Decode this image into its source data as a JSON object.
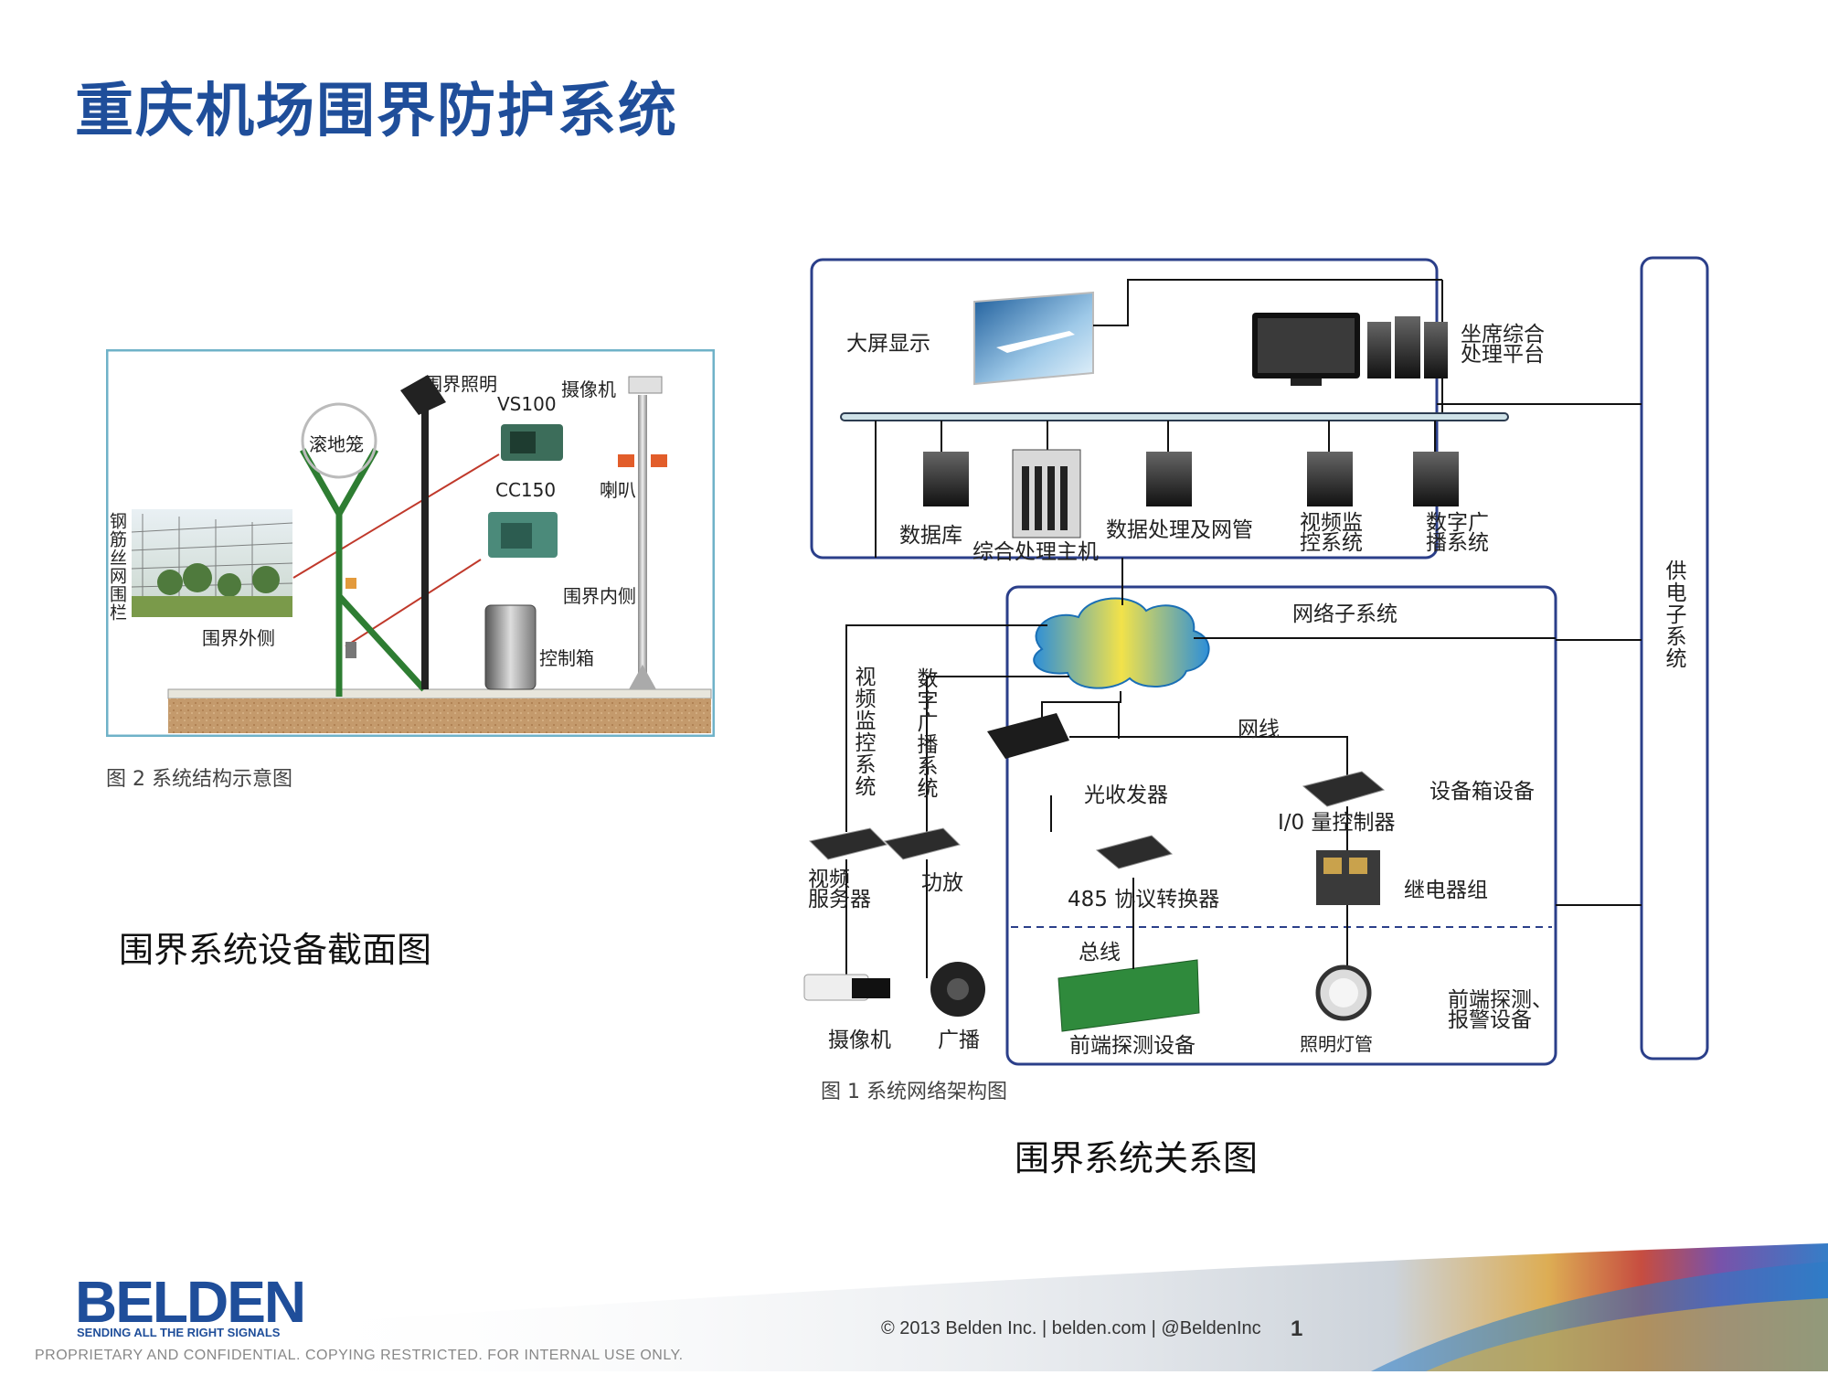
{
  "title": "重庆机场围界防护系统",
  "left": {
    "fig_caption": "图 2  系统结构示意图",
    "section_caption": "围界系统设备截面图",
    "labels": {
      "fence_outside_mesh": "钢筋丝网围栏",
      "rolling_cage": "滚地笼",
      "perimeter_lighting": "围界照明",
      "vs100": "VS100",
      "camera": "摄像机",
      "cc150": "CC150",
      "horn": "喇叭",
      "inside": "围界内侧",
      "outside": "围界外侧",
      "control_box": "控制箱"
    }
  },
  "right": {
    "fig_caption": "图 1 系统网络架构图",
    "section_caption": "围界系统关系图",
    "top_box": {
      "big_screen": "大屏显示",
      "seat_platform_1": "坐席综合",
      "seat_platform_2": "处理平台",
      "database": "数据库",
      "integrated_host": "综合处理主机",
      "data_processing": "数据处理及网管",
      "video_monitor_1": "视频监",
      "video_monitor_2": "控系统",
      "broadcast_1": "数字广",
      "broadcast_2": "播系统"
    },
    "power_system": "供电子系统",
    "network_subsystem": "网络子系统",
    "left_branch": {
      "video_monitor_vertical": "视频监控系统",
      "broadcast_vertical": "数字广播系统",
      "video_server_1": "视频",
      "video_server_2": "服务器",
      "amplifier": "功放",
      "camera": "摄像机",
      "broadcast": "广播"
    },
    "bottom_box": {
      "network_cable": "网线",
      "optical_transceiver": "光收发器",
      "equipment_box": "设备箱设备",
      "io_controller": "I/0 量控制器",
      "protocol_converter": "485 协议转换器",
      "relay_group": "继电器组",
      "bus": "总线",
      "frontend_detection": "前端探测设备",
      "lighting_tube": "照明灯管",
      "frontend_alarm_1": "前端探测、",
      "frontend_alarm_2": "报警设备"
    }
  },
  "footer": {
    "logo": "BELDEN",
    "tagline": "SENDING ALL THE RIGHT SIGNALS",
    "copyright": "© 2013 Belden Inc.  |  belden.com  |  @BeldenInc",
    "page_number": "1",
    "confidential": "PROPRIETARY AND CONFIDENTIAL. COPYING RESTRICTED. FOR INTERNAL USE ONLY."
  },
  "colors": {
    "title_blue": "#1f4e9a",
    "box_border": "#2b3f8a",
    "fence_green": "#2e7d32",
    "ground_brown": "#b88a5a"
  }
}
